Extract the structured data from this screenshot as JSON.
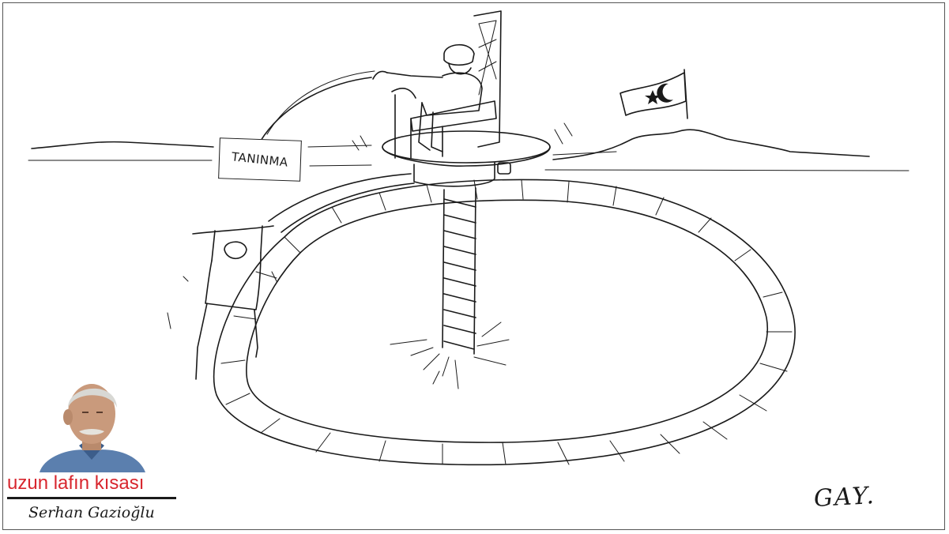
{
  "cartoon": {
    "sign_text": "TANINMA",
    "signature": "GAY."
  },
  "column": {
    "title": "uzun lafın kısası",
    "author": "Serhan Gazioğlu",
    "title_color": "#d8262e"
  },
  "icons": [
    "turkish-flag-icon",
    "throne-icon",
    "screw-icon",
    "crack-icon"
  ]
}
